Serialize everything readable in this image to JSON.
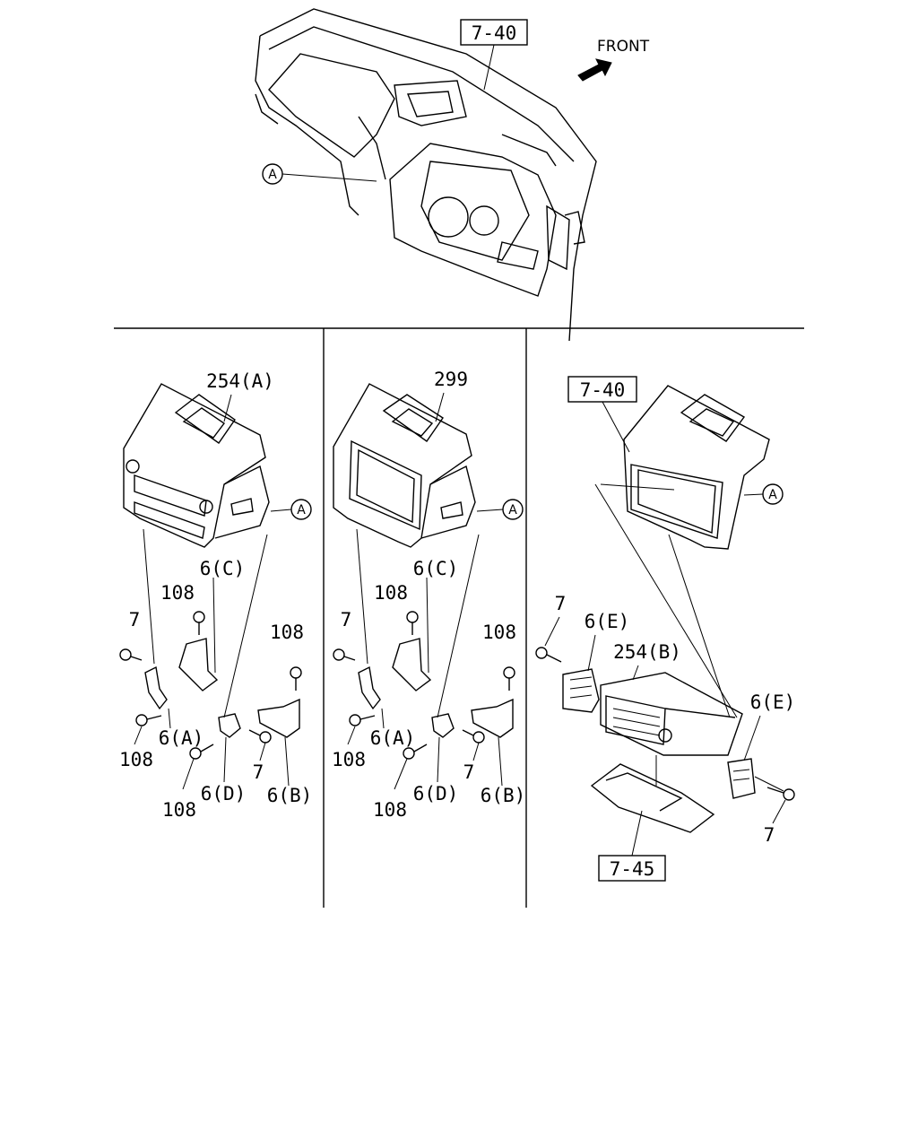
{
  "top": {
    "ref_box": "7-40",
    "front_label": "FRONT",
    "callout_a": "A"
  },
  "panel_left": {
    "title": "254(A)",
    "callout_a": "A",
    "labels": {
      "bracket_c": "6(C)",
      "screw_top": "108",
      "screw_left": "7",
      "screw_right": "108",
      "bracket_a": "6(A)",
      "screw_bl": "108",
      "screw_bottom": "108",
      "bracket_d": "6(D)",
      "screw_mid": "7",
      "bracket_b": "6(B)"
    }
  },
  "panel_middle": {
    "title": "299",
    "callout_a": "A",
    "labels": {
      "bracket_c": "6(C)",
      "screw_top": "108",
      "screw_left": "7",
      "screw_right": "108",
      "bracket_a": "6(A)",
      "screw_bl": "108",
      "screw_bottom": "108",
      "bracket_d": "6(D)",
      "screw_mid": "7",
      "bracket_b": "6(B)"
    }
  },
  "panel_right": {
    "ref_box_top": "7-40",
    "callout_a": "A",
    "screw_left": "7",
    "bracket_e_left": "6(E)",
    "unit": "254(B)",
    "bracket_e_right": "6(E)",
    "screw_right": "7",
    "ref_box_bottom": "7-45"
  }
}
